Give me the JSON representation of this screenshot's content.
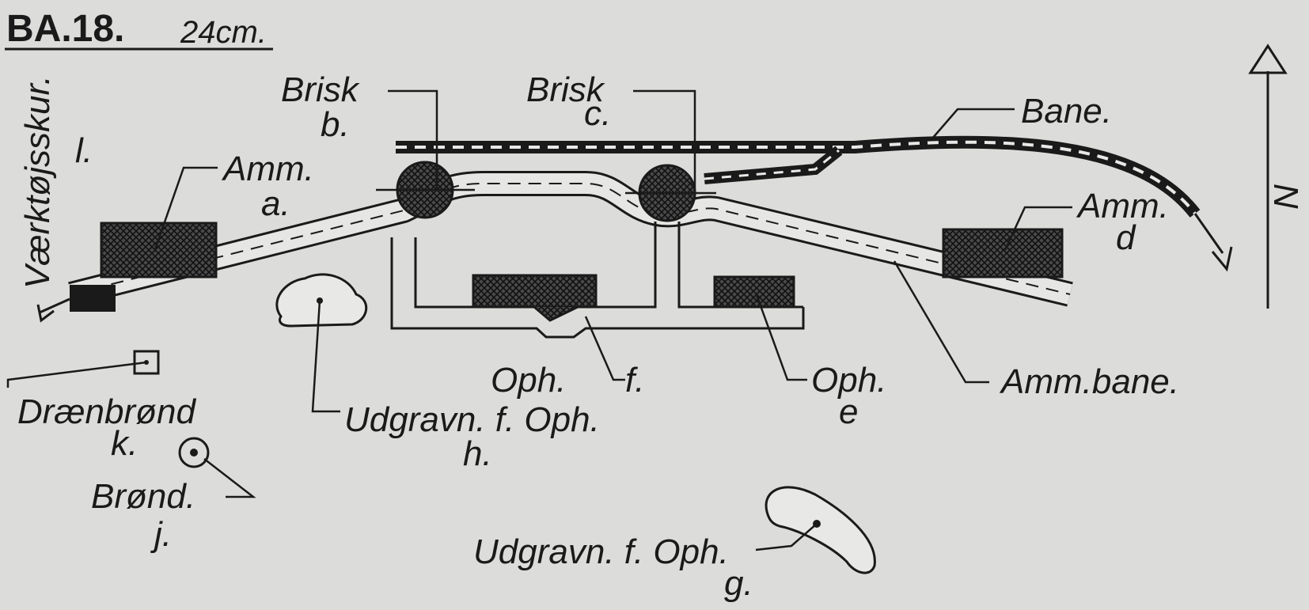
{
  "header": {
    "code": "BA.18.",
    "scale": "24cm."
  },
  "labels": {
    "vaerktojsskur": "Værktøjsskur.",
    "l": "l.",
    "amm_a": "Amm.",
    "a": "a.",
    "brisk_b": "Brisk",
    "b": "b.",
    "brisk_c": "Brisk",
    "c": "c.",
    "bane": "Bane.",
    "amm_d": "Amm.",
    "d": "d",
    "north": "N",
    "amm_bane": "Amm.bane.",
    "oph_e": "Oph.",
    "e": "e",
    "oph_f": "Oph.",
    "f": "f.",
    "udgravn_h": "Udgravn. f. Oph.",
    "h": "h.",
    "draenbrond": "Drænbrønd",
    "k": "k.",
    "brond": "Brønd.",
    "j": "j.",
    "udgravn_g": "Udgravn. f. Oph.",
    "g": "g."
  },
  "colors": {
    "paper": "#dcdcda",
    "ink": "#1a1a1a",
    "hatch_fill": "#3a3a3a"
  }
}
